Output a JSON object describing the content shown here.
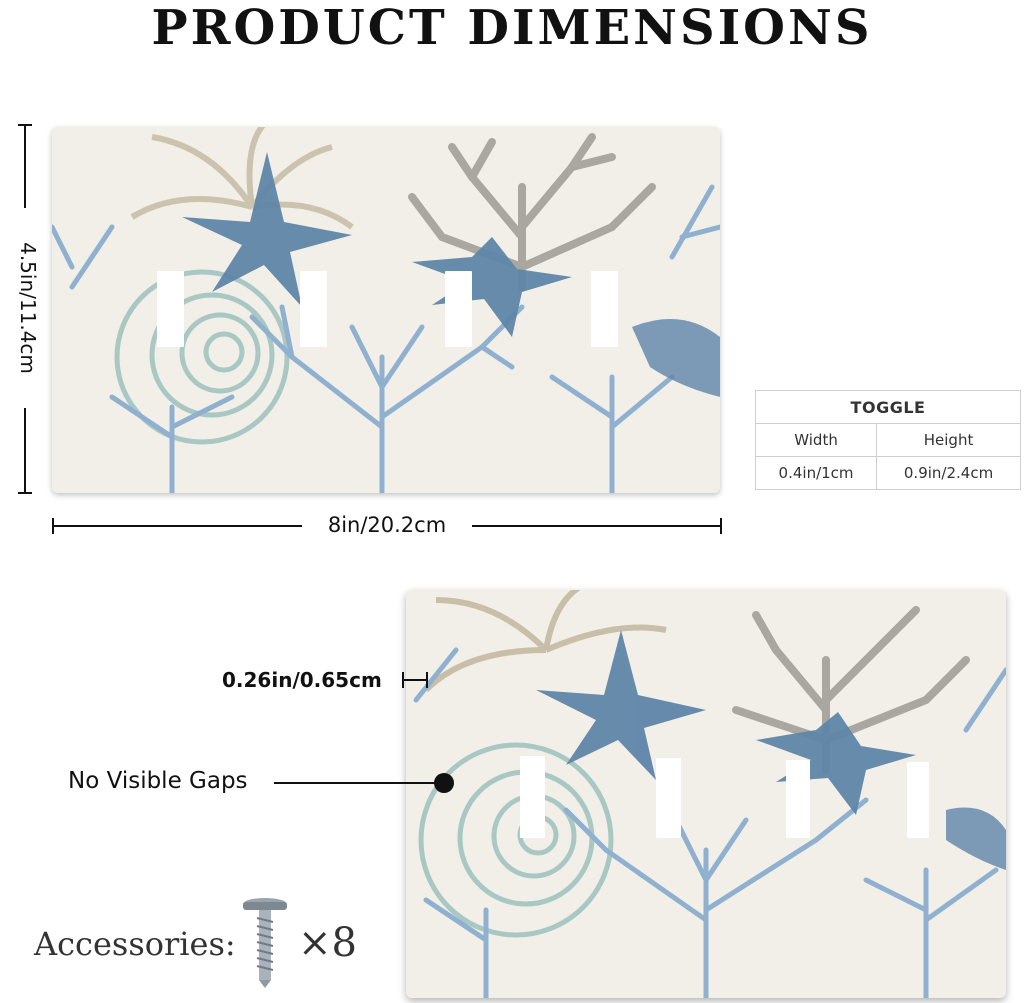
{
  "title": "PRODUCT DIMENSIONS",
  "dimensions": {
    "height_label": "4.5in/11.4cm",
    "width_label": "8in/20.2cm",
    "thickness_label": "0.26in/0.65cm"
  },
  "spec_table": {
    "header": "TOGGLE",
    "columns": [
      "Width",
      "Height"
    ],
    "values": [
      "0.4in/1cm",
      "0.9in/2.4cm"
    ]
  },
  "callout": {
    "no_gaps_label": "No Visible Gaps"
  },
  "accessories": {
    "label": "Accessories:",
    "count": "×8",
    "icon": "screw-icon"
  },
  "colors": {
    "plate_background": "#f1efe8",
    "coral_blue": "#8fb0cf",
    "starfish_blue": "#5f85a8",
    "coral_taupe": "#c9bfa8",
    "coral_gray": "#a9a79f",
    "shell_teal": "#a9c7c3"
  }
}
